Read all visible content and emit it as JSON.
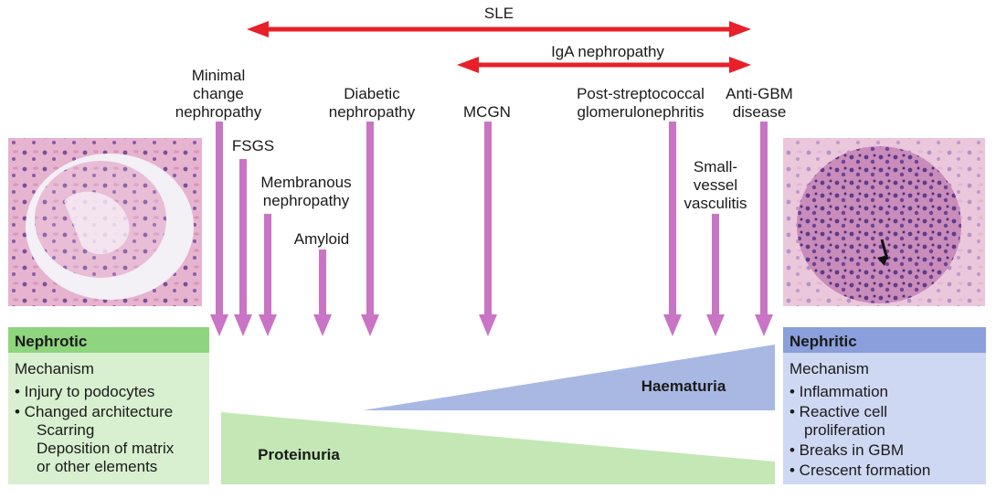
{
  "top_spans": [
    {
      "label": "SLE",
      "color": "#e8202a"
    },
    {
      "label": "IgA nephropathy",
      "color": "#e8202a"
    }
  ],
  "conditions": [
    {
      "id": "minimal-change",
      "lines": [
        "Minimal",
        "change",
        "nephropathy"
      ]
    },
    {
      "id": "fsgs",
      "lines": [
        "FSGS"
      ]
    },
    {
      "id": "membranous",
      "lines": [
        "Membranous",
        "nephropathy"
      ]
    },
    {
      "id": "amyloid",
      "lines": [
        "Amyloid"
      ]
    },
    {
      "id": "diabetic",
      "lines": [
        "Diabetic",
        "nephropathy"
      ]
    },
    {
      "id": "mcgn",
      "lines": [
        "MCGN"
      ]
    },
    {
      "id": "post-strep",
      "lines": [
        "Post-streptococcal",
        "glomerulonephritis"
      ]
    },
    {
      "id": "small-vessel",
      "lines": [
        "Small-",
        "vessel",
        "vasculitis"
      ]
    },
    {
      "id": "anti-gbm",
      "lines": [
        "Anti-GBM",
        "disease"
      ]
    }
  ],
  "arrow_color": "#c974c5",
  "nephrotic": {
    "title": "Nephrotic",
    "subtitle": "Mechanism",
    "items": [
      "• Injury to podocytes",
      "• Changed architecture",
      "Scarring",
      "Deposition of matrix",
      "or other elements"
    ],
    "header_color": "#8fd47e",
    "body_color": "#d8f0cf"
  },
  "nephritic": {
    "title": "Nephritic",
    "subtitle": "Mechanism",
    "items": [
      "• Inflammation",
      "• Reactive cell",
      "proliferation",
      "• Breaks in GBM",
      "• Crescent formation"
    ],
    "header_color": "#8a9fdb",
    "body_color": "#cfd8f2"
  },
  "wedges": {
    "haematuria": {
      "label": "Haematuria",
      "color": "#a9b8e3"
    },
    "proteinuria": {
      "label": "Proteinuria",
      "color": "#c3e8b5"
    }
  }
}
